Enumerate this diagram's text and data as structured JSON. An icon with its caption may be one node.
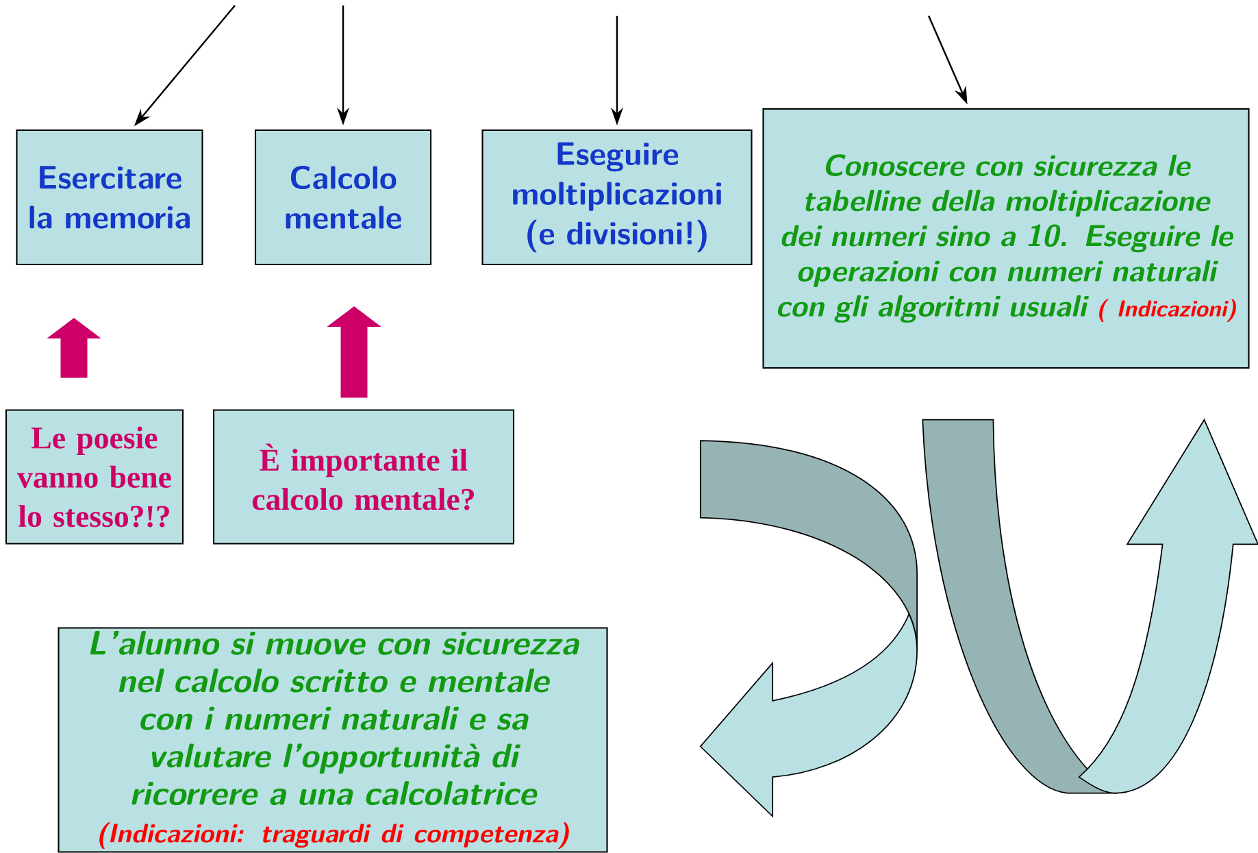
{
  "diagram": {
    "nodes": [
      {
        "text": [
          "Esercitare la memoria"
        ]
      },
      {
        "text": [
          "Calcolo mentale"
        ]
      },
      {
        "text": [
          "Eseguire moltiplicazioni (e divisioni!)"
        ]
      },
      {
        "text": [
          "Conoscere con sicurezza le tabelline della moltiplicazione dei numeri sino a 10. Eseguire le operazioni con numeri naturali con gli algoritmi usuali",
          "( Indicazioni)"
        ]
      },
      {
        "text": [
          "Le poesie vanno bene lo stesso?!?"
        ]
      },
      {
        "text": [
          "È importante il calcolo mentale?"
        ]
      },
      {
        "text": [
          "L’alunno si muove con sicurezza nel calcolo scritto e mentale con i numeri naturali e sa valutare l’opportunità di ricorrere a una calcolatrice",
          "(Indicazioni: traguardi di competenza)"
        ]
      }
    ],
    "edges": [
      {
        "from": null,
        "to": 0,
        "arrow": "to"
      },
      {
        "from": null,
        "to": 1,
        "arrow": "to"
      },
      {
        "from": null,
        "to": 2,
        "arrow": "to"
      },
      {
        "from": null,
        "to": 3,
        "arrow": "to"
      },
      {
        "from": 4,
        "to": 0,
        "arrow": "to",
        "style": "thick",
        "color": "#cc0066"
      },
      {
        "from": 5,
        "to": 1,
        "arrow": "to",
        "style": "thick",
        "color": "#cc0066"
      }
    ]
  }
}
